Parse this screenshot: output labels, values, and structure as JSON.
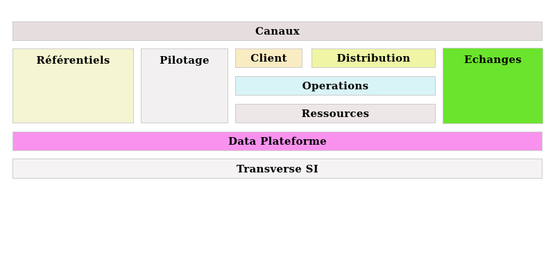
{
  "page": {
    "background": "#ffffff",
    "border_color": "#cccccc",
    "text_color": "#000000"
  },
  "blocks": {
    "canaux": {
      "label": "Canaux",
      "bg": "#e6dede"
    },
    "referentiels": {
      "label": "Référentiels",
      "bg": "#f5f5d2"
    },
    "pilotage": {
      "label": "Pilotage",
      "bg": "#f2f0f0"
    },
    "client": {
      "label": "Client",
      "bg": "#faecc2"
    },
    "distribution": {
      "label": "Distribution",
      "bg": "#eff5a5"
    },
    "operations": {
      "label": "Operations",
      "bg": "#d9f4f7"
    },
    "ressources": {
      "label": "Ressources",
      "bg": "#ede7e7"
    },
    "echanges": {
      "label": "Echanges",
      "bg": "#6be42d"
    },
    "data_plateforme": {
      "label": "Data Plateforme",
      "bg": "#f892ee"
    },
    "transverse_si": {
      "label": "Transverse SI",
      "bg": "#f5f3f3"
    }
  }
}
